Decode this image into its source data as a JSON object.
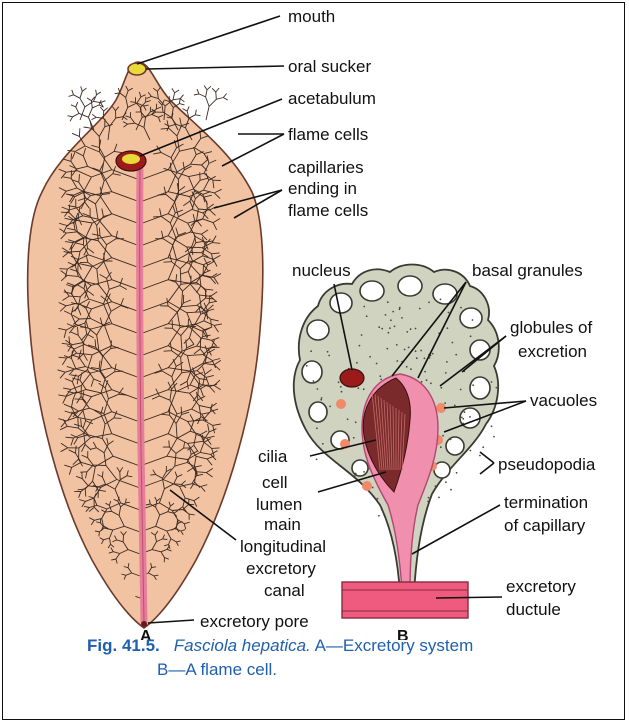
{
  "figure": {
    "panel_a_letter": "A",
    "panel_b_letter": "B",
    "labels": {
      "mouth": "mouth",
      "oral_sucker": "oral sucker",
      "acetabulum": "acetabulum",
      "flame_cells": "flame cells",
      "capillaries_1": "capillaries",
      "capillaries_2": "ending in",
      "capillaries_3": "flame cells",
      "nucleus": "nucleus",
      "basal_granules": "basal granules",
      "globules_1": "globules of",
      "globules_2": "excretion",
      "vacuoles": "vacuoles",
      "cilia": "cilia",
      "cell": "cell",
      "lumen": "lumen",
      "pseudopodia": "pseudopodia",
      "main_1": "main",
      "main_2": "longitudinal",
      "main_3": "excretory",
      "main_4": "canal",
      "termination_1": "termination",
      "termination_2": "of capillary",
      "excretory_pore": "excretory pore",
      "ductule_1": "excretory",
      "ductule_2": "ductule"
    }
  },
  "caption": {
    "fig_number": "Fig. 41.5.",
    "species": "Fasciola hepatica.",
    "part_a": "A—Excretory system",
    "part_b": "B—A flame cell."
  },
  "colors": {
    "body_fill": "#f2c3a2",
    "body_outline": "#6b3a2a",
    "canal": "#e77d9a",
    "cell_fill": "#cfd3bf",
    "lumen": "#f08fae",
    "cilia": "#7a2a2a",
    "nucleus": "#9b1b1b",
    "caption": "#1f5fae"
  }
}
